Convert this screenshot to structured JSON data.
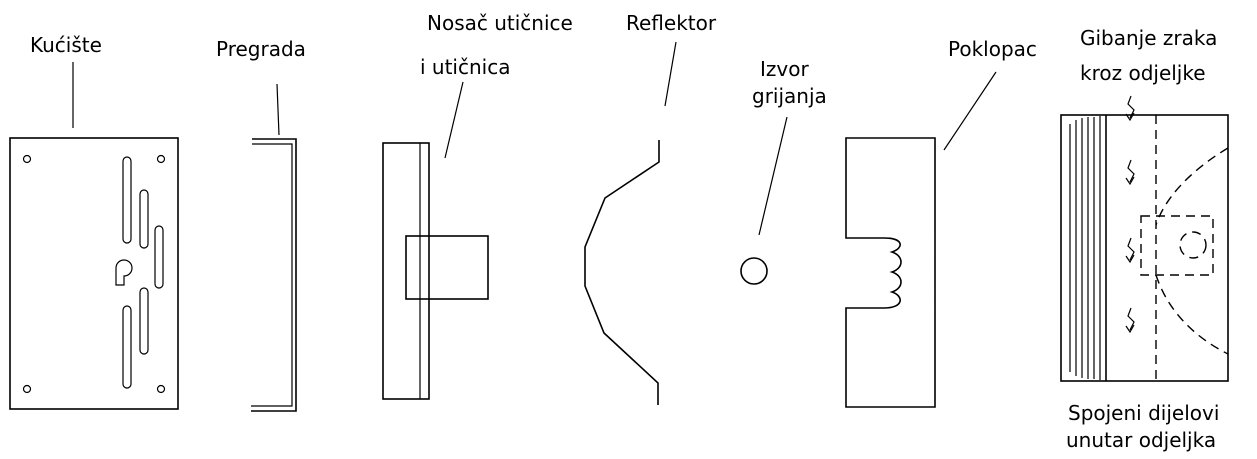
{
  "labels": {
    "kuciste": "Kućište",
    "pregrada": "Pregrada",
    "nosac_line1": "Nosač utičnice",
    "nosac_line2": "i utičnica",
    "reflektor": "Reflektor",
    "izvor_line1": "Izvor",
    "izvor_line2": "grijanja",
    "poklopac": "Poklopac",
    "gibanje_line1": "Gibanje zraka",
    "gibanje_line2": "kroz odjeljke",
    "spojeni_line1": "Spojeni dijelovi",
    "spojeni_line2": "unutar odjeljka"
  },
  "colors": {
    "line": "#000000",
    "background": "#ffffff"
  }
}
